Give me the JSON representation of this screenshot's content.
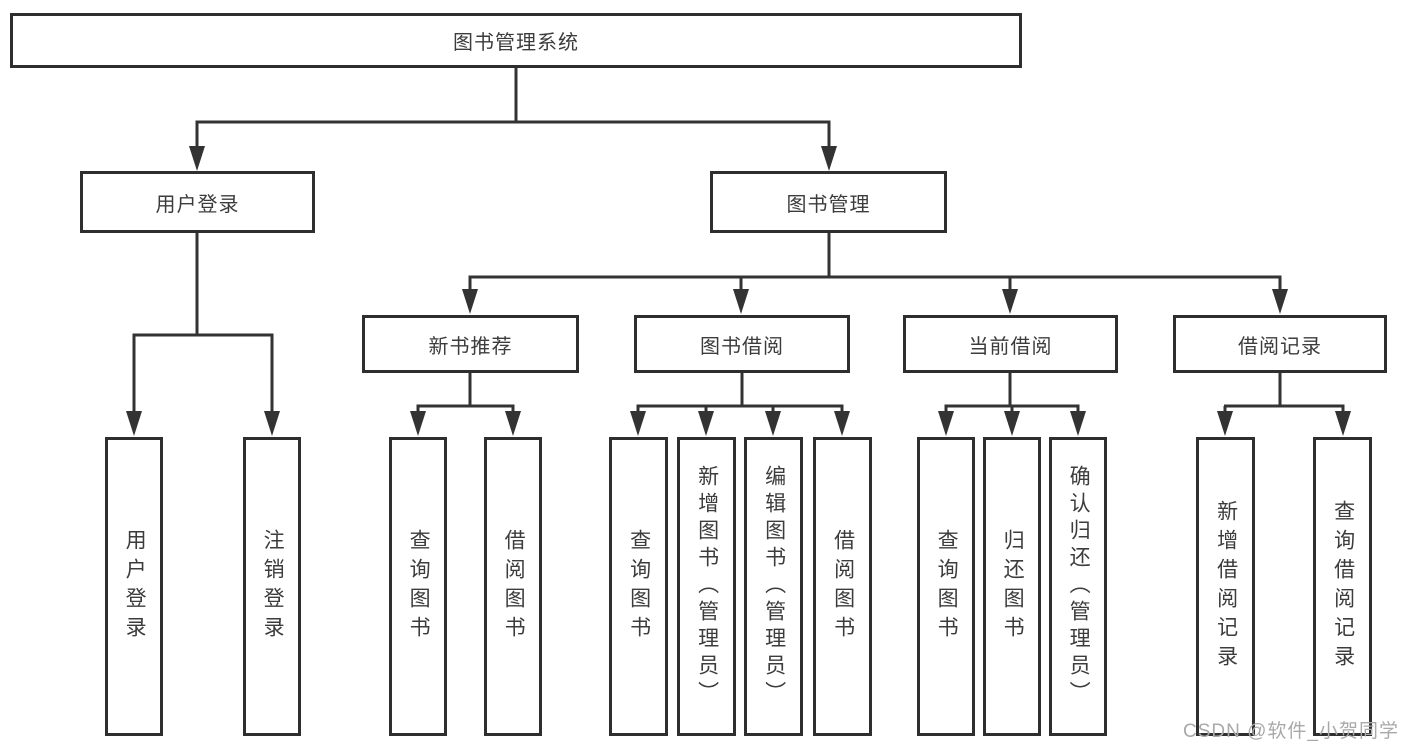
{
  "colors": {
    "line": "#333333",
    "box_border": "#2e2e2e",
    "box_background": "#ffffff",
    "text": "#3c3c3c",
    "page_background": "#ffffff",
    "watermark": "#a9a9a9"
  },
  "diagram": {
    "root": {
      "label": "图书管理系统"
    },
    "level2": [
      {
        "label": "用户登录"
      },
      {
        "label": "图书管理"
      }
    ],
    "level3": [
      {
        "label": "新书推荐"
      },
      {
        "label": "图书借阅"
      },
      {
        "label": "当前借阅"
      },
      {
        "label": "借阅记录"
      }
    ],
    "leaves": {
      "user_login": [
        {
          "label": "用户登录"
        },
        {
          "label": "注销登录"
        }
      ],
      "new_book_recommend": [
        {
          "label": "查询图书"
        },
        {
          "label": "借阅图书"
        }
      ],
      "book_borrow": [
        {
          "label": "查询图书"
        },
        {
          "label": "新增图书（管理员）"
        },
        {
          "label": "编辑图书（管理员）"
        },
        {
          "label": "借阅图书"
        }
      ],
      "current_borrow": [
        {
          "label": "查询图书"
        },
        {
          "label": "归还图书"
        },
        {
          "label": "确认归还（管理员）"
        }
      ],
      "borrow_record": [
        {
          "label": "新增借阅记录"
        },
        {
          "label": "查询借阅记录"
        }
      ]
    }
  },
  "watermark": {
    "text": "CSDN @软件_小贺同学"
  }
}
